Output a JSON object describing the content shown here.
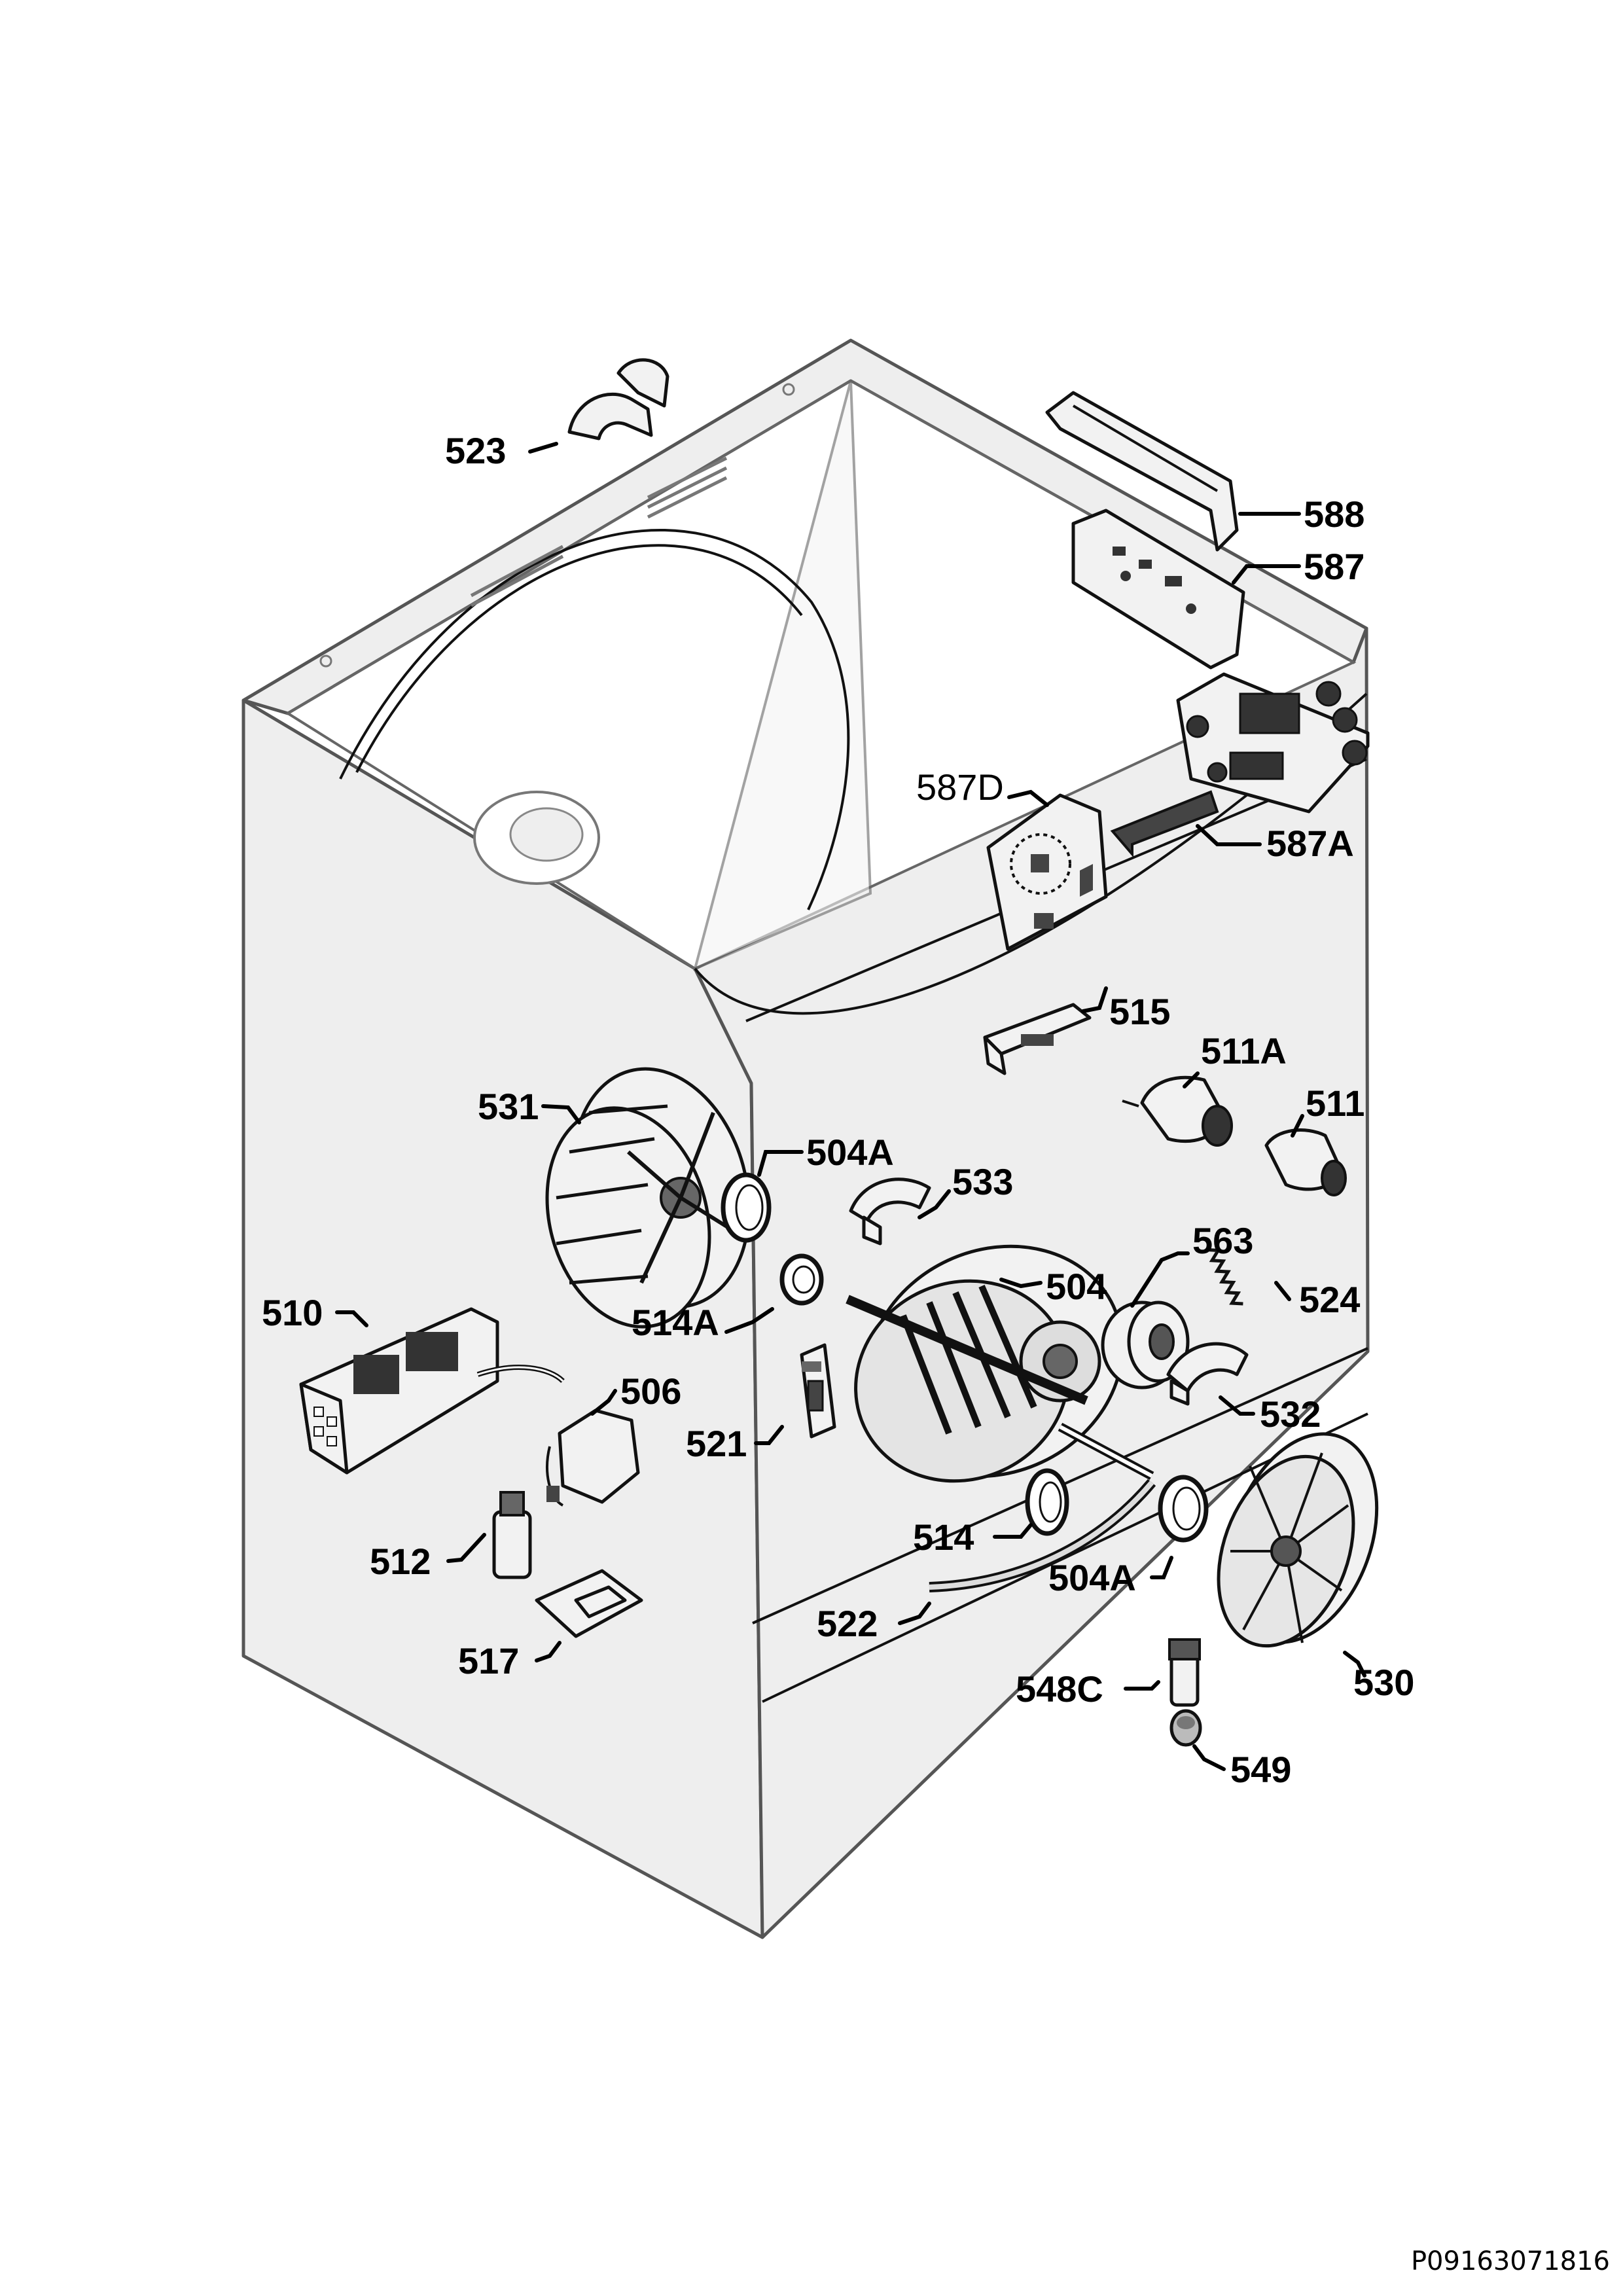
{
  "footer_code": "P09163071816",
  "labels": {
    "l523": "523",
    "l588": "588",
    "l587": "587",
    "l587D": "587D",
    "l587A": "587A",
    "l515": "515",
    "l511A": "511A",
    "l511": "511",
    "l531": "531",
    "l504A_top": "504A",
    "l533": "533",
    "l563": "563",
    "l524": "524",
    "l514A": "514A",
    "l504": "504",
    "l510": "510",
    "l506": "506",
    "l532": "532",
    "l521": "521",
    "l512": "512",
    "l514": "514",
    "l504A_bottom": "504A",
    "l522": "522",
    "l517": "517",
    "l530": "530",
    "l548C": "548C",
    "l549": "549"
  }
}
